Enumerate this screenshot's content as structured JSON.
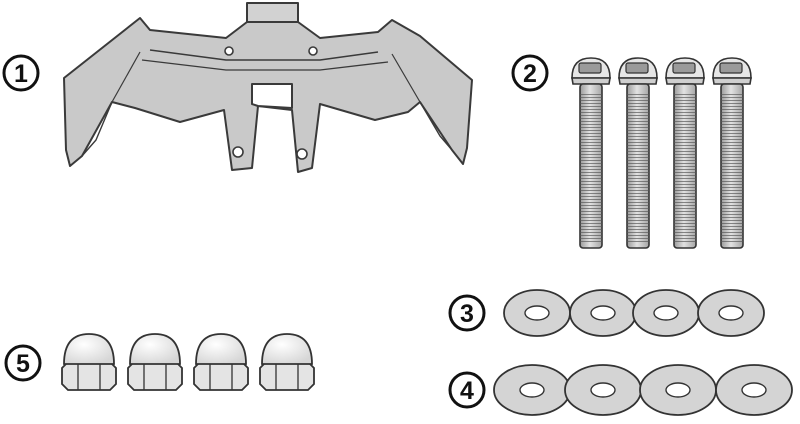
{
  "parts": [
    {
      "number": "1",
      "name": "bracket"
    },
    {
      "number": "2",
      "name": "screw"
    },
    {
      "number": "3",
      "name": "small-washer"
    },
    {
      "number": "4",
      "name": "large-washer"
    },
    {
      "number": "5",
      "name": "cap-nut"
    }
  ]
}
